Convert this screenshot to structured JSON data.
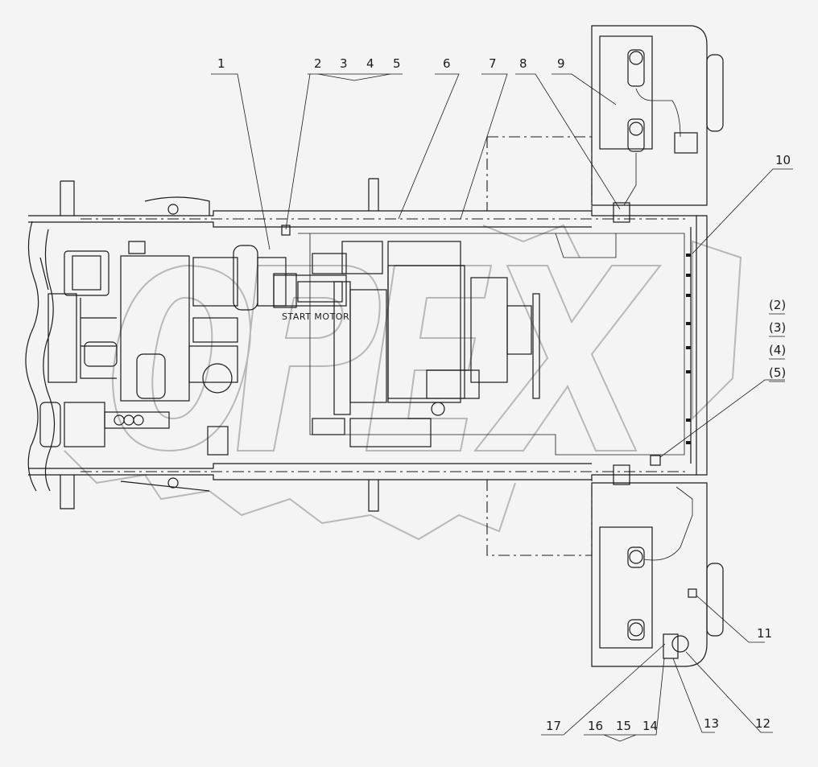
{
  "drawing": {
    "callouts_top": [
      "1",
      "2",
      "3",
      "4",
      "5",
      "6",
      "7",
      "8",
      "9"
    ],
    "callouts_right": [
      "10",
      "11",
      "12",
      "13"
    ],
    "callouts_bottom": [
      "17",
      "16",
      "15",
      "14"
    ],
    "callouts_bracket": [
      "(2)",
      "(3)",
      "(4)",
      "(5)"
    ],
    "component_label": "START MOTOR",
    "watermark": "OPEX"
  }
}
